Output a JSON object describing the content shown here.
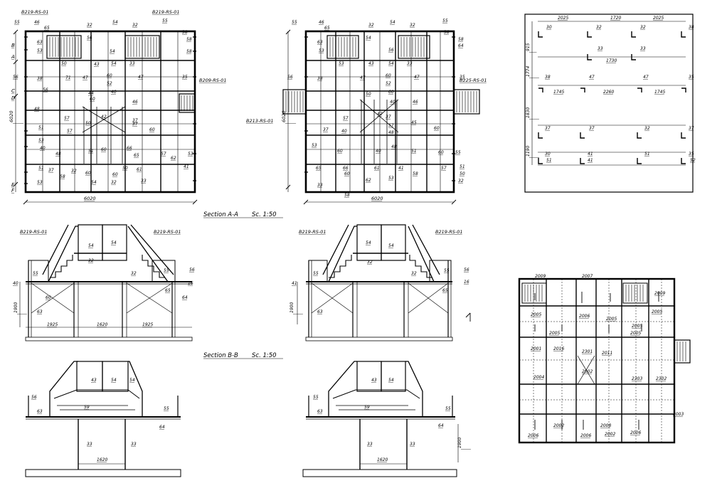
{
  "sections": {
    "a_title": "Section A-A",
    "a_scale": "Sc. 1:50",
    "b_title": "Section B-B",
    "b_scale": "Sc. 1:50"
  },
  "plan_left": {
    "width_dim": "6020",
    "height_dim": "6020",
    "callouts": [
      "B219-RS-01",
      "B219-RS-01",
      "B209-RS-01"
    ],
    "marks": [
      "55",
      "46",
      "65",
      "32",
      "54",
      "32",
      "55",
      "38",
      "63",
      "58",
      "53",
      "56",
      "54",
      "50",
      "43",
      "54",
      "33",
      "58",
      "56",
      "38",
      "71",
      "47",
      "60",
      "52",
      "47",
      "35",
      "44",
      "46",
      "60",
      "40",
      "50",
      "42",
      "37",
      "48",
      "56",
      "57",
      "37",
      "57",
      "51",
      "53",
      "60",
      "40",
      "48",
      "51",
      "60",
      "66",
      "65",
      "57",
      "62",
      "53",
      "41",
      "51",
      "37",
      "32",
      "50",
      "60",
      "54",
      "60",
      "61",
      "53",
      "58",
      "32",
      "33"
    ],
    "row_marks": [
      "A",
      "B",
      "C",
      "D",
      "E",
      "F"
    ]
  },
  "plan_mid": {
    "width_dim": "6020",
    "height_dim": "6020",
    "callouts": [
      "B213-RS-01",
      "B225-RS-01"
    ],
    "marks": [
      "55",
      "46",
      "65",
      "32",
      "54",
      "32",
      "55",
      "38",
      "63",
      "58",
      "53",
      "54",
      "56",
      "53",
      "43",
      "54",
      "33",
      "64",
      "56",
      "38",
      "47",
      "60",
      "52",
      "47",
      "35",
      "46",
      "60",
      "40",
      "50",
      "42",
      "37",
      "45",
      "57",
      "60",
      "40",
      "37",
      "57",
      "48",
      "53",
      "60",
      "40",
      "48",
      "51",
      "60",
      "55",
      "65",
      "66",
      "61",
      "41",
      "51",
      "57",
      "50",
      "60",
      "62",
      "53",
      "58",
      "32",
      "33",
      "58"
    ]
  },
  "plan_grid": {
    "top_dims": [
      "2025",
      "1720",
      "2025"
    ],
    "mid_dim": "1730",
    "row_dims": [
      "1745",
      "2260",
      "1745"
    ],
    "left_dims": [
      "915",
      "1774",
      "1830",
      "1190"
    ],
    "marks": [
      "30",
      "32",
      "32",
      "38",
      "33",
      "33",
      "38",
      "47",
      "47",
      "35",
      "37",
      "37",
      "32",
      "37",
      "30",
      "51",
      "41",
      "41",
      "51",
      "35",
      "52"
    ]
  },
  "elev_a_left": {
    "dims": [
      "1925",
      "1620",
      "1925"
    ],
    "height_dim": "1900",
    "callouts": [
      "B219-RS-01",
      "B219-RS-01"
    ],
    "marks": [
      "54",
      "54",
      "32",
      "32",
      "55",
      "55",
      "56",
      "40",
      "60",
      "63",
      "16",
      "64",
      "65"
    ]
  },
  "elev_a_right": {
    "height_dim": "1900",
    "callouts": [
      "B219-RS-01",
      "B219-RS-01"
    ],
    "marks": [
      "54",
      "54",
      "32",
      "32",
      "55",
      "55",
      "56",
      "41",
      "63",
      "16",
      "65"
    ]
  },
  "elev_b_left": {
    "dims": [
      "1620"
    ],
    "marks": [
      "43",
      "54",
      "54",
      "59",
      "56",
      "63",
      "55",
      "64",
      "33",
      "33"
    ]
  },
  "elev_b_right": {
    "dims": [
      "1620"
    ],
    "height_dim": "1900",
    "marks": [
      "43",
      "54",
      "59",
      "55",
      "63",
      "55",
      "64",
      "33",
      "33"
    ]
  },
  "panel_plan": {
    "marks": [
      "2009",
      "2007",
      "2009",
      "2005",
      "2006",
      "2005",
      "2005",
      "2005",
      "2005",
      "2005",
      "2001",
      "2016",
      "2301",
      "2011",
      "2004",
      "2302",
      "2002",
      "2303",
      "2006",
      "2002",
      "2006",
      "2008",
      "2002",
      "2006",
      "2003"
    ]
  }
}
